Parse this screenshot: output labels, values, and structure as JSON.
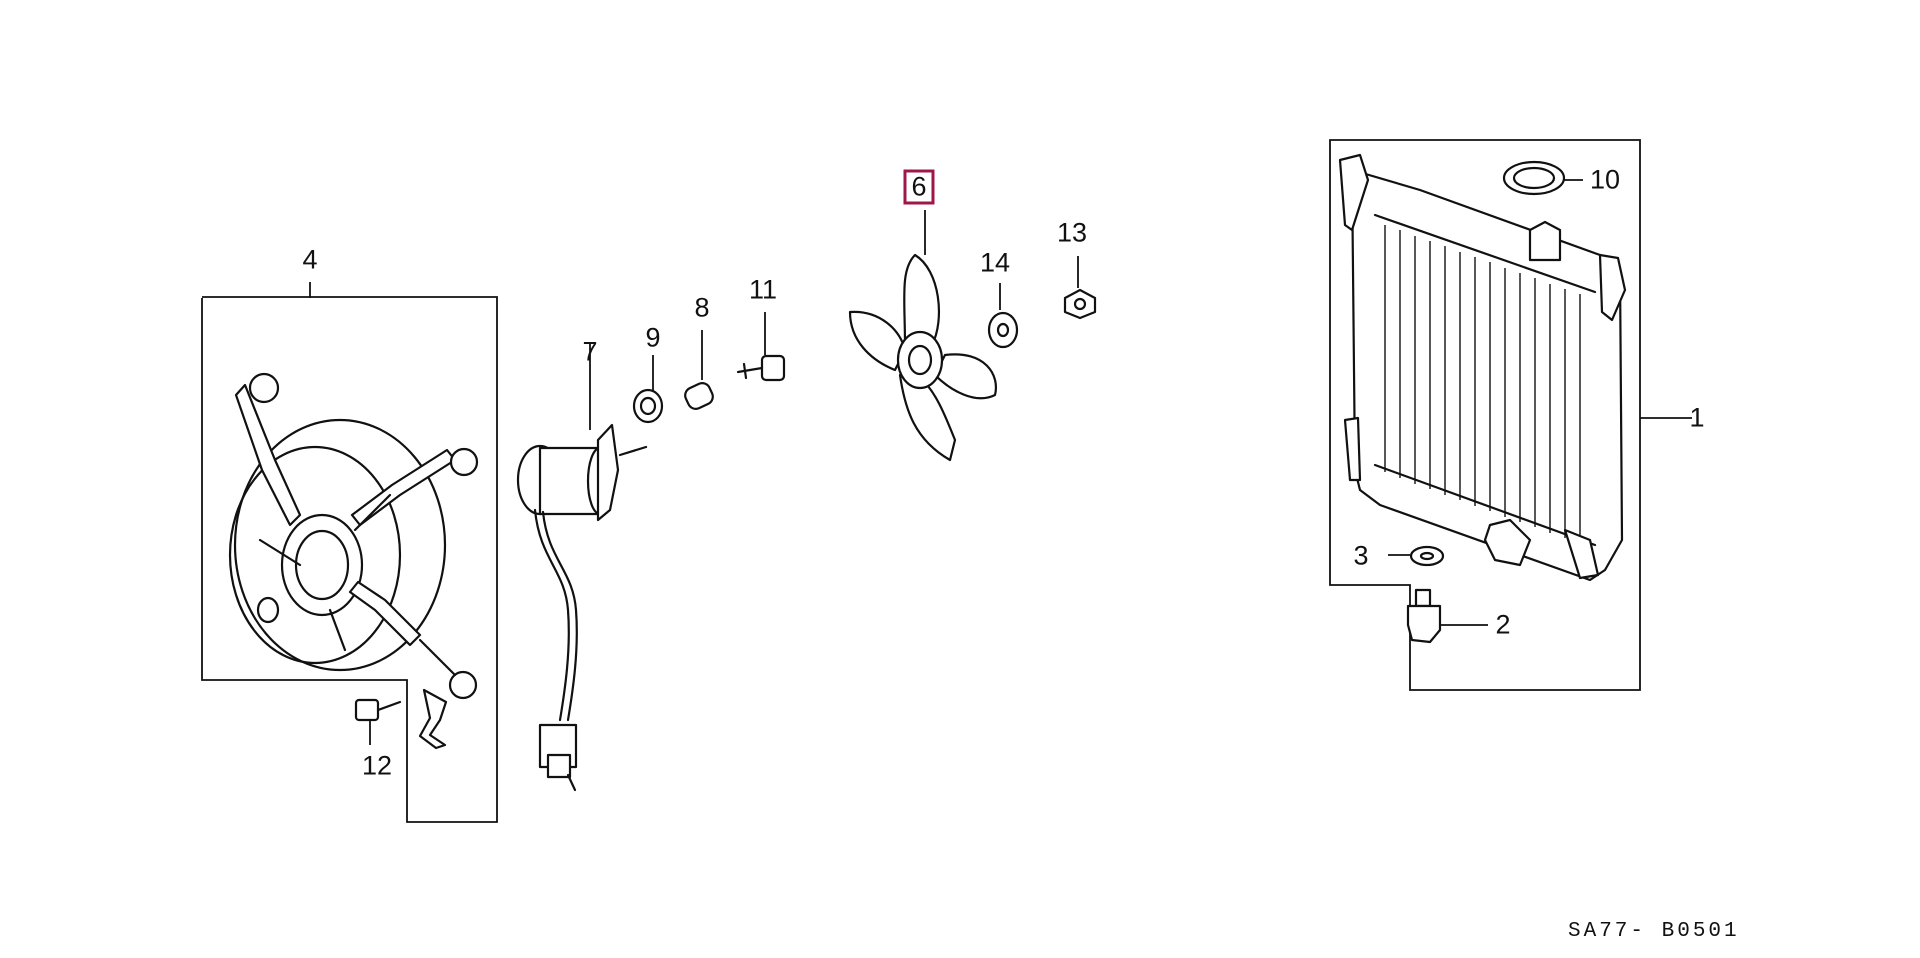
{
  "diagram": {
    "part_labels": [
      "1",
      "2",
      "3",
      "4",
      "6",
      "7",
      "8",
      "9",
      "10",
      "11",
      "12",
      "13",
      "14"
    ],
    "selected_label": "6",
    "drawing_code": "SA77- B0501",
    "accent_color": "#a0164a"
  }
}
